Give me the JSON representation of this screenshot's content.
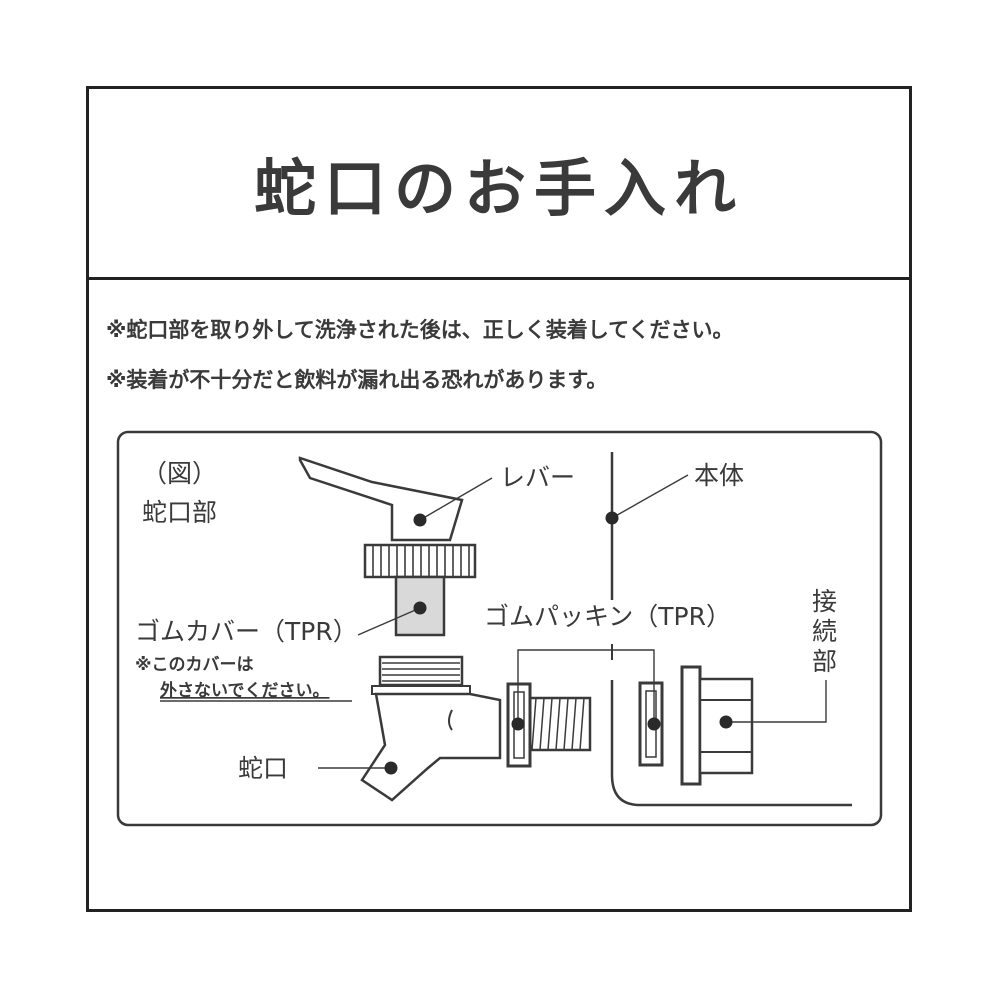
{
  "title": "蛇口のお手入れ",
  "notes": [
    "※蛇口部を取り外して洗浄された後は、正しく装着してください。",
    "※装着が不十分だと飲料が漏れ出る恐れがあります。"
  ],
  "diagram": {
    "caption_line1": "（図）",
    "caption_line2": "蛇口部",
    "lever": "レバー",
    "rubber_cover": "ゴムカバー（TPR）",
    "cover_note_line1": "※このカバーは",
    "cover_note_line2": "外さないでください。",
    "faucet": "蛇口",
    "body": "本体",
    "rubber_packing": "ゴムパッキン（TPR）",
    "connector_1": "接",
    "connector_2": "続",
    "connector_3": "部"
  }
}
